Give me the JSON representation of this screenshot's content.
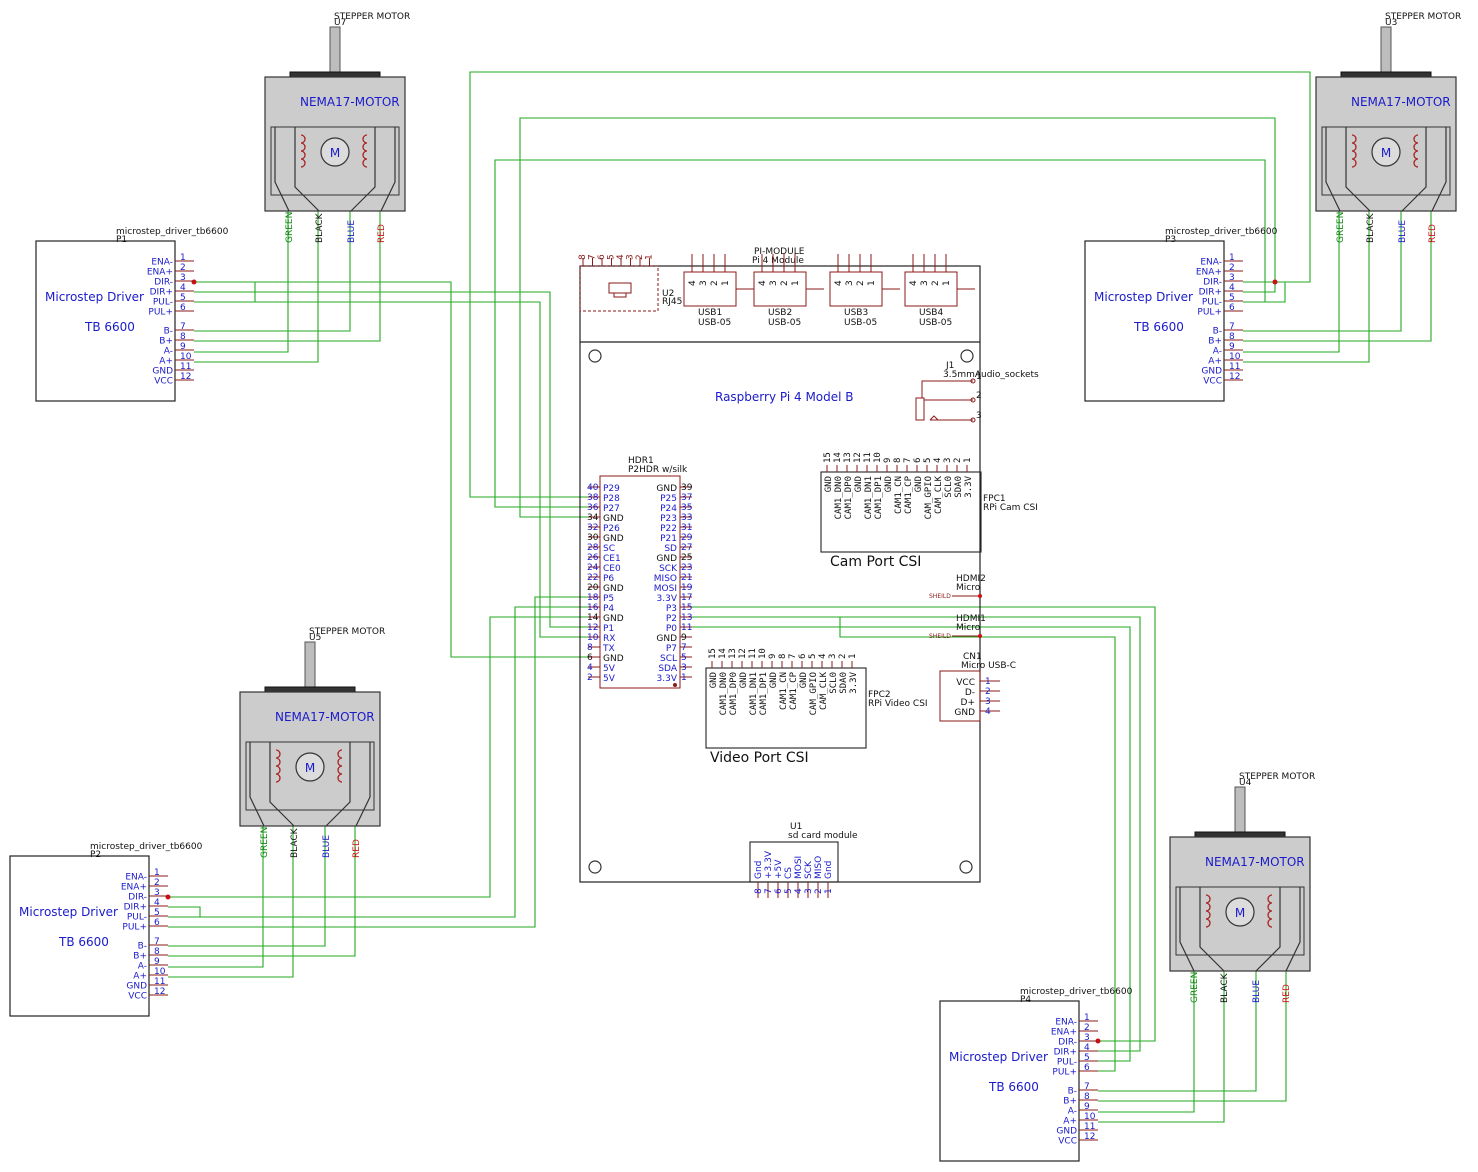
{
  "driver": {
    "ref_name": "microstep_driver_tb6600",
    "title": "Microstep Driver",
    "model": "TB 6600",
    "pins": [
      "ENA-",
      "ENA+",
      "DIR-",
      "DIR+",
      "PUL-",
      "PUL+",
      "B-",
      "B+",
      "A-",
      "A+",
      "GND",
      "VCC"
    ],
    "pin_nums": [
      "1",
      "2",
      "3",
      "4",
      "5",
      "6",
      "7",
      "8",
      "9",
      "10",
      "11",
      "12"
    ]
  },
  "drivers": [
    {
      "ref": "P1"
    },
    {
      "ref": "P3"
    },
    {
      "ref": "P2"
    },
    {
      "ref": "P4"
    }
  ],
  "motor": {
    "type": "STEPPER MOTOR",
    "name": "NEMA17-MOTOR",
    "symbol": "M",
    "wires": [
      "GREEN",
      "BLACK",
      "BLUE",
      "RED"
    ]
  },
  "motors": [
    {
      "ref": "U7"
    },
    {
      "ref": "U3"
    },
    {
      "ref": "U5"
    },
    {
      "ref": "U4"
    }
  ],
  "wire_colors": {
    "green": "#22aa22",
    "black": "#111111",
    "blue": "#1a1acc",
    "red": "#cc1111"
  },
  "pi": {
    "module_title": "PI-MODULE",
    "module_sub": "Pi 4 Module",
    "board_label": "Raspberry Pi 4 Model B",
    "rj45_ref": "U2",
    "rj45_label": "RJ45",
    "rj45_pins": [
      "8",
      "7",
      "6",
      "5",
      "4",
      "3",
      "2",
      "1"
    ],
    "usb": [
      {
        "ref": "USB1",
        "model": "USB-05"
      },
      {
        "ref": "USB2",
        "model": "USB-05"
      },
      {
        "ref": "USB3",
        "model": "USB-05"
      },
      {
        "ref": "USB4",
        "model": "USB-05"
      }
    ],
    "usb_pins": [
      "4",
      "3",
      "2",
      "1"
    ],
    "audio_ref": "J1",
    "audio_label": "3.5mmAudio_sockets",
    "audio_pins": [
      "1",
      "2",
      "3"
    ],
    "hdr_ref": "HDR1",
    "hdr_label": "P2HDR w/silk",
    "hdr_rows": [
      {
        "ln": "40",
        "l": "P29",
        "r": "GND",
        "rn": "39"
      },
      {
        "ln": "38",
        "l": "P28",
        "r": "P25",
        "rn": "37"
      },
      {
        "ln": "36",
        "l": "P27",
        "r": "P24",
        "rn": "35"
      },
      {
        "ln": "34",
        "l": "GND",
        "r": "P23",
        "rn": "33"
      },
      {
        "ln": "32",
        "l": "P26",
        "r": "P22",
        "rn": "31"
      },
      {
        "ln": "30",
        "l": "GND",
        "r": "P21",
        "rn": "29"
      },
      {
        "ln": "28",
        "l": "SC",
        "r": "SD",
        "rn": "27"
      },
      {
        "ln": "26",
        "l": "CE1",
        "r": "GND",
        "rn": "25"
      },
      {
        "ln": "24",
        "l": "CE0",
        "r": "SCK",
        "rn": "23"
      },
      {
        "ln": "22",
        "l": "P6",
        "r": "MISO",
        "rn": "21"
      },
      {
        "ln": "20",
        "l": "GND",
        "r": "MOSI",
        "rn": "19"
      },
      {
        "ln": "18",
        "l": "P5",
        "r": "3.3V",
        "rn": "17"
      },
      {
        "ln": "16",
        "l": "P4",
        "r": "P3",
        "rn": "15"
      },
      {
        "ln": "14",
        "l": "GND",
        "r": "P2",
        "rn": "13"
      },
      {
        "ln": "12",
        "l": "P1",
        "r": "P0",
        "rn": "11"
      },
      {
        "ln": "10",
        "l": "RX",
        "r": "GND",
        "rn": "9"
      },
      {
        "ln": "8",
        "l": "TX",
        "r": "P7",
        "rn": "7"
      },
      {
        "ln": "6",
        "l": "GND",
        "r": "SCL",
        "rn": "5"
      },
      {
        "ln": "4",
        "l": "5V",
        "r": "SDA",
        "rn": "3"
      },
      {
        "ln": "2",
        "l": "5V",
        "r": "3.3V",
        "rn": "1"
      }
    ],
    "csi_signals": [
      "GND",
      "CAM1_DN0",
      "CAM1_DP0",
      "GND",
      "CAM1_DN1",
      "CAM1_DP1",
      "GND",
      "CAM1_CN",
      "CAM1_CP",
      "GND",
      "CAM_GPIO",
      "CAM_CLK",
      "SCL0",
      "SDA0",
      "3.3V"
    ],
    "csi_nums": [
      "15",
      "14",
      "13",
      "12",
      "11",
      "10",
      "9",
      "8",
      "7",
      "6",
      "5",
      "4",
      "3",
      "2",
      "1"
    ],
    "cam_ref": "FPC1",
    "cam_label": "RPi Cam CSI",
    "cam_title": "Cam Port CSI",
    "vid_ref": "FPC2",
    "vid_label": "RPi Video CSI",
    "vid_title": "Video Port CSI",
    "hdmi2": {
      "ref": "HDMI2",
      "label": "Micro",
      "shield": "SHEILD"
    },
    "hdmi1": {
      "ref": "HDMI1",
      "label": "Micro",
      "shield": "SHEILD"
    },
    "usbc_ref": "CN1",
    "usbc_label": "Micro USB-C",
    "usbc_pins": [
      {
        "name": "VCC",
        "num": "1"
      },
      {
        "name": "D-",
        "num": "2"
      },
      {
        "name": "D+",
        "num": "3"
      },
      {
        "name": "GND",
        "num": "4"
      }
    ],
    "sd_ref": "U1",
    "sd_label": "sd card module",
    "sd_pins": [
      {
        "name": "Gnd",
        "num": "8"
      },
      {
        "name": "+3.3V",
        "num": "7"
      },
      {
        "name": "+5V",
        "num": "6"
      },
      {
        "name": "CS",
        "num": "5"
      },
      {
        "name": "MOSI",
        "num": "4"
      },
      {
        "name": "SCK",
        "num": "3"
      },
      {
        "name": "MISO",
        "num": "2"
      },
      {
        "name": "Gnd",
        "num": "1"
      }
    ]
  }
}
